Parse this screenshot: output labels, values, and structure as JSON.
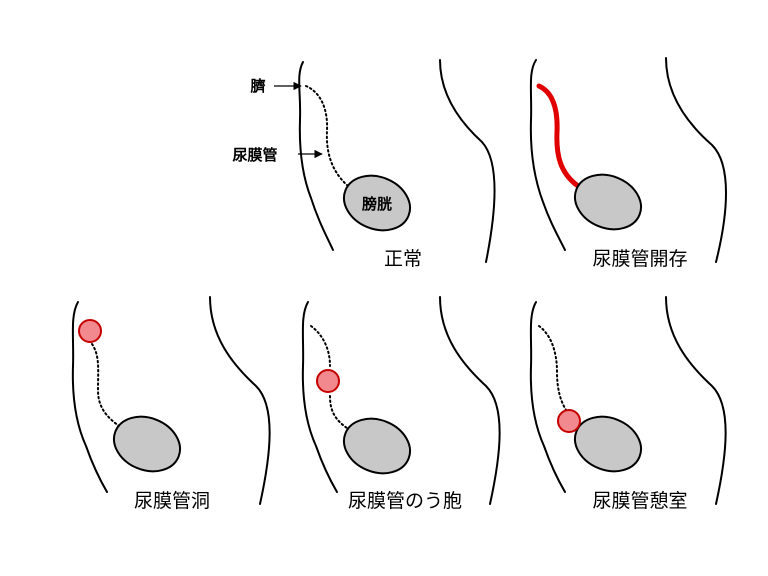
{
  "colors": {
    "bladder_fill": "#c8c8c8",
    "lesion_fill": "#f2898e",
    "open_urachus": "#e00000"
  },
  "labels": {
    "navel": "臍",
    "urachus": "尿膜管",
    "bladder": "膀胱"
  },
  "panels": [
    {
      "caption": "正常",
      "variant": "normal"
    },
    {
      "caption": "尿膜管開存",
      "variant": "patent"
    },
    {
      "caption": "尿膜管洞",
      "variant": "sinus"
    },
    {
      "caption": "尿膜管のう胞",
      "variant": "cyst"
    },
    {
      "caption": "尿膜管憩室",
      "variant": "diverticulum"
    }
  ]
}
